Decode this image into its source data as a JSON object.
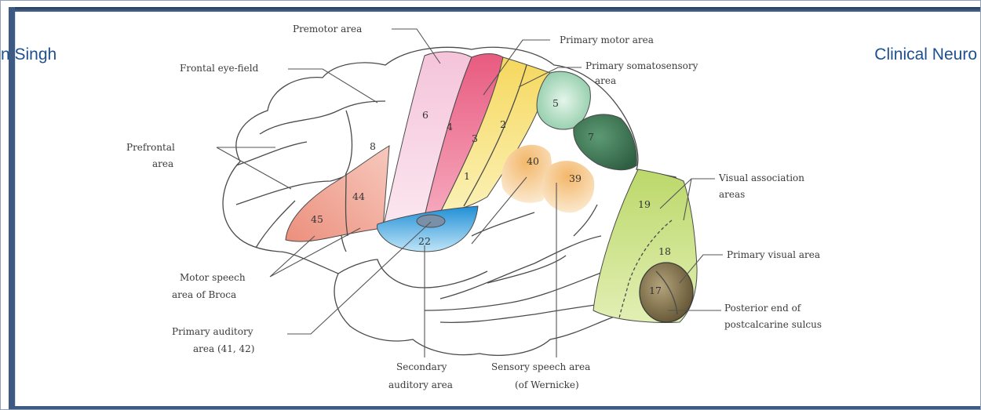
{
  "header": {
    "left_text": "n Singh",
    "right_text": "Clinical Neuro"
  },
  "labels": {
    "premotor": "Premotor area",
    "primary_motor": "Primary motor area",
    "frontal_eye_field": "Frontal eye-field",
    "primary_somatosensory_1": "Primary somatosensory",
    "primary_somatosensory_2": "area",
    "prefrontal_1": "Prefrontal",
    "prefrontal_2": "area",
    "visual_association_1": "Visual association",
    "visual_association_2": "areas",
    "primary_visual": "Primary visual area",
    "motor_speech_1": "Motor speech",
    "motor_speech_2": "area of Broca",
    "posterior_end_1": "Posterior end of",
    "posterior_end_2": "postcalcarine sulcus",
    "primary_auditory_1": "Primary auditory",
    "primary_auditory_2": "area (41, 42)",
    "secondary_auditory_1": "Secondary",
    "secondary_auditory_2": "auditory area",
    "sensory_speech_1": "Sensory speech area",
    "sensory_speech_2": "(of  Wernicke)"
  },
  "areas": {
    "a8": "8",
    "a6": "6",
    "a4": "4",
    "a3": "3",
    "a2": "2",
    "a1": "1",
    "a5": "5",
    "a7": "7",
    "a40": "40",
    "a39": "39",
    "a44": "44",
    "a45": "45",
    "a22": "22",
    "a19": "19",
    "a18": "18",
    "a17": "17"
  },
  "colors": {
    "premotor": "#f2c6dc",
    "primary_motor": "#ea6d8f",
    "somatosensory": "#f7e27a",
    "area5": "#9fd6b6",
    "area7": "#3f7a55",
    "parietal": "#f5c98b",
    "broca": "#ef9c8e",
    "auditory": "#3aa9e0",
    "visual_assoc": "#c8df7a",
    "primary_visual": "#7b6b46",
    "frame": "#3d5b82",
    "header_text": "#1e4f8f"
  }
}
